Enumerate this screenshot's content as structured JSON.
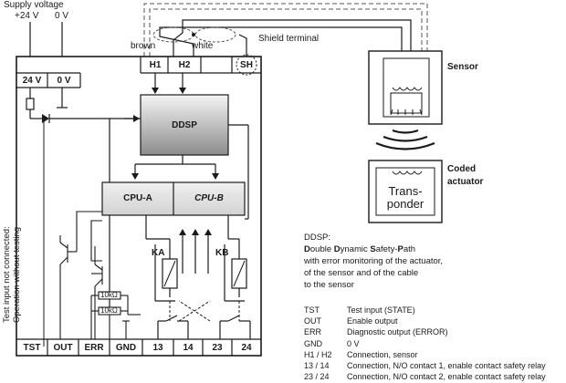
{
  "supply": {
    "title": "Supply voltage",
    "plus": "+24 V",
    "zero": "0 V"
  },
  "wires": {
    "brown": "brown",
    "white": "white",
    "shield": "Shield terminal"
  },
  "top_terminals": [
    "H1",
    "H2",
    "SH"
  ],
  "left_terminals": [
    "24 V",
    "0 V"
  ],
  "blocks": {
    "ddsp": "DDSP",
    "cpu_a": "CPU-A",
    "cpu_b": "CPU-B",
    "ka": "KA",
    "kb": "KB"
  },
  "test_note": [
    "Test input not connected:",
    "Operation without testing"
  ],
  "resistors": [
    "10kΩ",
    "10kΩ"
  ],
  "bottom_left_terminals": [
    "TST",
    "OUT",
    "ERR",
    "GND"
  ],
  "bottom_right_terminals": [
    "13",
    "14",
    "23",
    "24"
  ],
  "sensor_label": "Sensor",
  "actuator": {
    "label1": "Coded",
    "label2": "actuator",
    "inner1": "Trans-",
    "inner2": "ponder"
  },
  "ddsp_desc": {
    "heading": "DDSP:",
    "line1_parts": [
      {
        "t": "D",
        "b": true
      },
      {
        "t": "ouble ",
        "b": false
      },
      {
        "t": "D",
        "b": true
      },
      {
        "t": "ynamic ",
        "b": false
      },
      {
        "t": "S",
        "b": true
      },
      {
        "t": "afety-",
        "b": false
      },
      {
        "t": "P",
        "b": true
      },
      {
        "t": "ath",
        "b": false
      }
    ],
    "lines": [
      "with error monitoring of the actuator,",
      "of the sensor and of the cable",
      "to the sensor"
    ]
  },
  "legend": [
    {
      "key": "TST",
      "value": "Test input (STATE)"
    },
    {
      "key": "OUT",
      "value": "Enable output"
    },
    {
      "key": "ERR",
      "value": "Diagnostic output (ERROR)"
    },
    {
      "key": "GND",
      "value": "0 V"
    },
    {
      "key": "H1 / H2",
      "value": "Connection, sensor"
    },
    {
      "key": "13 / 14",
      "value": "Connection, N/O contact 1, enable contact safety relay"
    },
    {
      "key": "23 / 24",
      "value": "Connection, N/O contact 2, enable contact safety relay"
    }
  ],
  "colors": {
    "line": "#1a1a1a",
    "dashed": "#555555",
    "block_light": "#f2f2f2",
    "block_dark": "#9a9a9a",
    "cpu_fill": "#e6e6e6"
  }
}
